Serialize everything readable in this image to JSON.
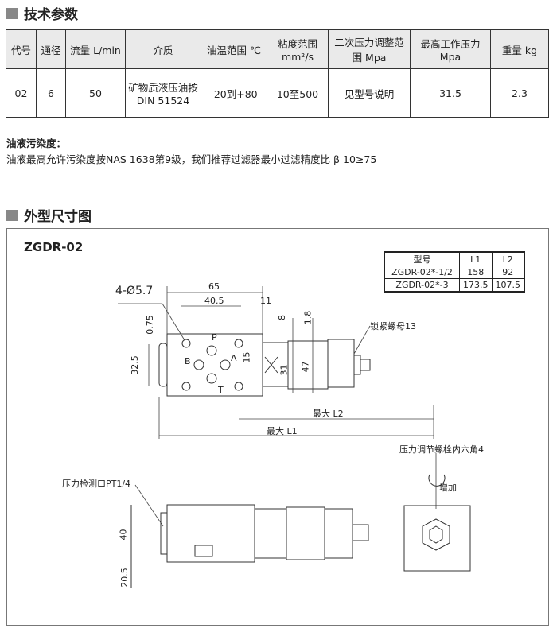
{
  "sections": {
    "tech": "技术参数",
    "outline": "外型尺寸图"
  },
  "spec": {
    "headers": [
      "代号",
      "通径",
      "流量 L/min",
      "介质",
      "油温范围 ℃",
      "粘度范围 mm²/s",
      "二次压力调整范围 Mpa",
      "最高工作压力 Mpa",
      "重量 kg"
    ],
    "row": [
      "02",
      "6",
      "50",
      "矿物质液压油按DIN 51524",
      "-20到+80",
      "10至500",
      "见型号说明",
      "31.5",
      "2.3"
    ]
  },
  "contamination": {
    "title": "油液污染度：",
    "text": "油液最高允许污染度按NAS 1638第9级，我们推荐过滤器最小过滤精度比 β 10≥75"
  },
  "drawing": {
    "model": "ZGDR-02",
    "dim_table": {
      "headers": [
        "型号",
        "L1",
        "L2"
      ],
      "rows": [
        [
          "ZGDR-02*-1/2",
          "158",
          "92"
        ],
        [
          "ZGDR-02*-3",
          "173.5",
          "107.5"
        ]
      ]
    },
    "labels": {
      "holes": "4-Ø5.7",
      "d65": "65",
      "d405": "40.5",
      "d11": "11",
      "d8": "8",
      "d18": "1.8",
      "d075": "0.75",
      "d325": "32.5",
      "d15": "15",
      "d31": "31",
      "d47": "47",
      "p": "P",
      "a": "A",
      "b": "B",
      "t": "T",
      "nut": "锁紧螺母13",
      "l2": "最大 L2",
      "l1": "最大 L1",
      "port": "压力检测口PT1/4",
      "hex": "压力调节螺栓内六角4",
      "inc": "增加",
      "d40": "40",
      "d205": "20.5"
    }
  }
}
